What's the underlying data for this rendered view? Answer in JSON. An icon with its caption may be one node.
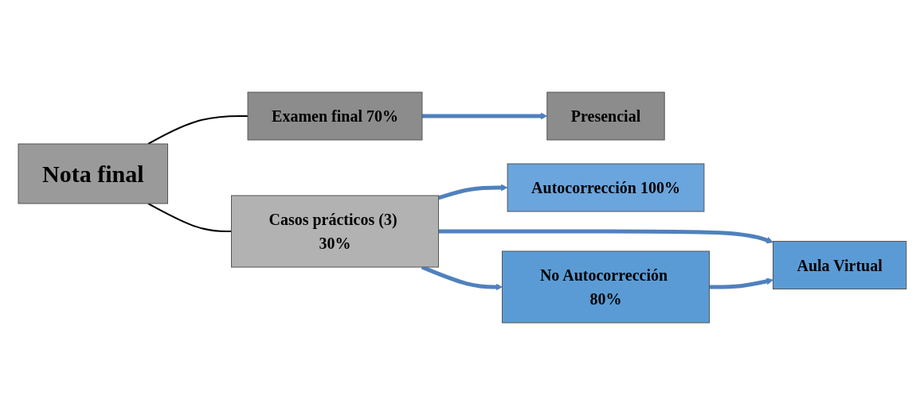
{
  "diagram": {
    "nodes": [
      {
        "text": [
          "Nota final"
        ]
      },
      {
        "text": [
          "Examen final 70%"
        ]
      },
      {
        "text": [
          "Casos prácticos (3) 30%"
        ]
      },
      {
        "text": [
          "Presencial"
        ]
      },
      {
        "text": [
          "Aula Virtual"
        ]
      },
      {
        "text": [
          "Autocorrección 100%"
        ]
      },
      {
        "text": [
          "No Autocorrección 80%"
        ]
      }
    ],
    "edges": [
      {
        "from": 0,
        "to": 1,
        "arrow": "none",
        "color": "#000000"
      },
      {
        "from": 0,
        "to": 2,
        "arrow": "none",
        "color": "#000000"
      },
      {
        "from": 1,
        "to": 3,
        "arrow": "to"
      },
      {
        "from": 2,
        "to": 4,
        "arrow": "to"
      },
      {
        "from": 2,
        "to": 5,
        "arrow": "to"
      },
      {
        "from": 2,
        "to": 6,
        "arrow": "to"
      },
      {
        "from": 6,
        "to": 4,
        "arrow": "to"
      }
    ]
  }
}
